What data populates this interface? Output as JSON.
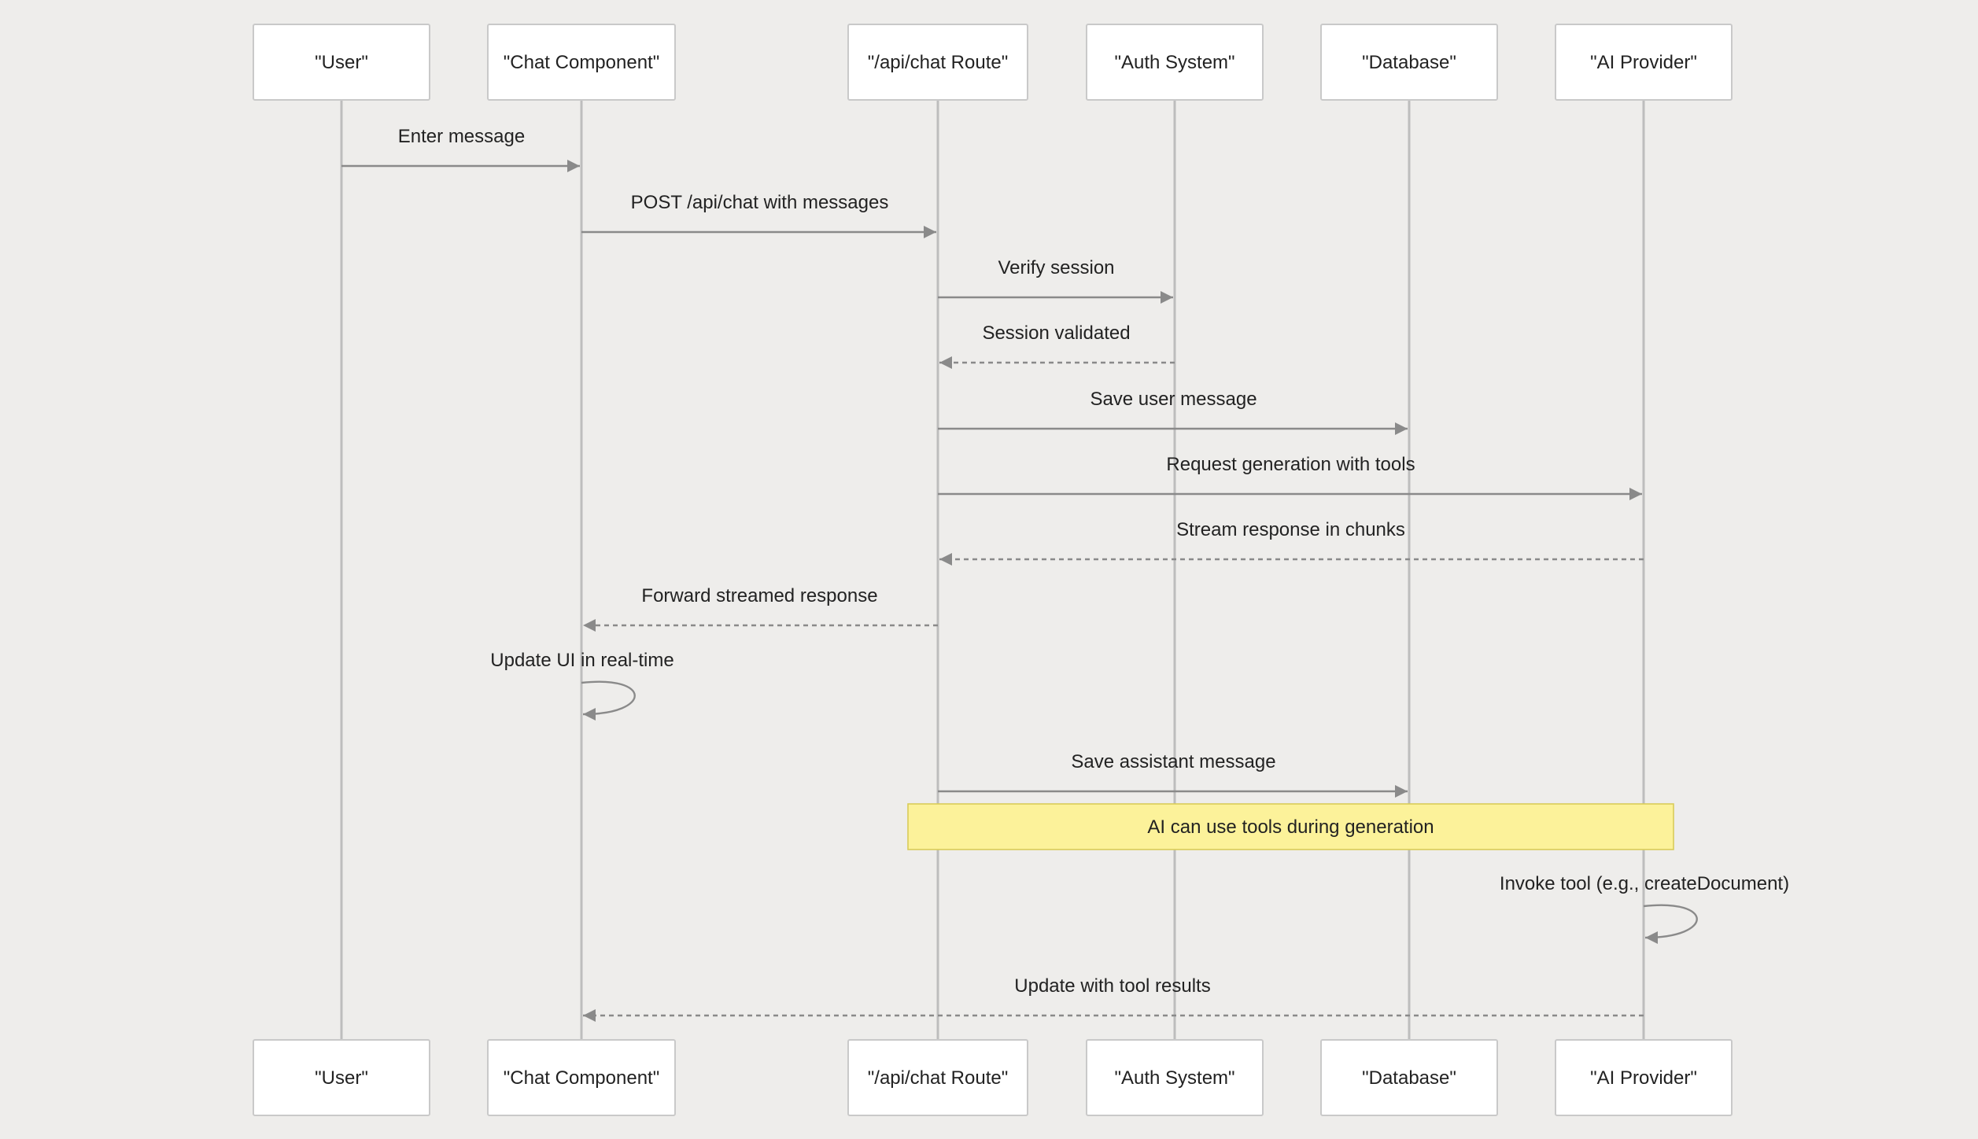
{
  "diagram": {
    "type": "sequence",
    "colors": {
      "background": "#eeedeb",
      "actor_fill": "#ffffff",
      "actor_border": "#c9c9c9",
      "lifeline": "#bdbdbd",
      "arrow": "#8a8a8a",
      "note_fill": "#fcf29a",
      "note_border": "#d9cc5a",
      "text": "#222222"
    },
    "actors": [
      {
        "id": "user",
        "label": "\"User\""
      },
      {
        "id": "chat",
        "label": "\"Chat Component\""
      },
      {
        "id": "route",
        "label": "\"/api/chat Route\""
      },
      {
        "id": "auth",
        "label": "\"Auth System\""
      },
      {
        "id": "db",
        "label": "\"Database\""
      },
      {
        "id": "ai",
        "label": "\"AI Provider\""
      }
    ],
    "steps": [
      {
        "kind": "message",
        "from": "user",
        "to": "chat",
        "label": "Enter message",
        "style": "solid"
      },
      {
        "kind": "message",
        "from": "chat",
        "to": "route",
        "label": "POST /api/chat with messages",
        "style": "solid"
      },
      {
        "kind": "message",
        "from": "route",
        "to": "auth",
        "label": "Verify session",
        "style": "solid"
      },
      {
        "kind": "message",
        "from": "auth",
        "to": "route",
        "label": "Session validated",
        "style": "dashed"
      },
      {
        "kind": "message",
        "from": "route",
        "to": "db",
        "label": "Save user message",
        "style": "solid"
      },
      {
        "kind": "message",
        "from": "route",
        "to": "ai",
        "label": "Request generation with tools",
        "style": "solid"
      },
      {
        "kind": "message",
        "from": "ai",
        "to": "route",
        "label": "Stream response in chunks",
        "style": "dashed"
      },
      {
        "kind": "message",
        "from": "route",
        "to": "chat",
        "label": "Forward streamed response",
        "style": "dashed"
      },
      {
        "kind": "self",
        "actor": "chat",
        "label": "Update UI in real-time"
      },
      {
        "kind": "message",
        "from": "route",
        "to": "db",
        "label": "Save assistant message",
        "style": "solid"
      },
      {
        "kind": "note",
        "over": [
          "route",
          "ai"
        ],
        "label": "AI can use tools during generation"
      },
      {
        "kind": "self",
        "actor": "ai",
        "label": "Invoke tool (e.g., createDocument)"
      },
      {
        "kind": "message",
        "from": "ai",
        "to": "chat",
        "label": "Update with tool results",
        "style": "dashed"
      }
    ]
  }
}
